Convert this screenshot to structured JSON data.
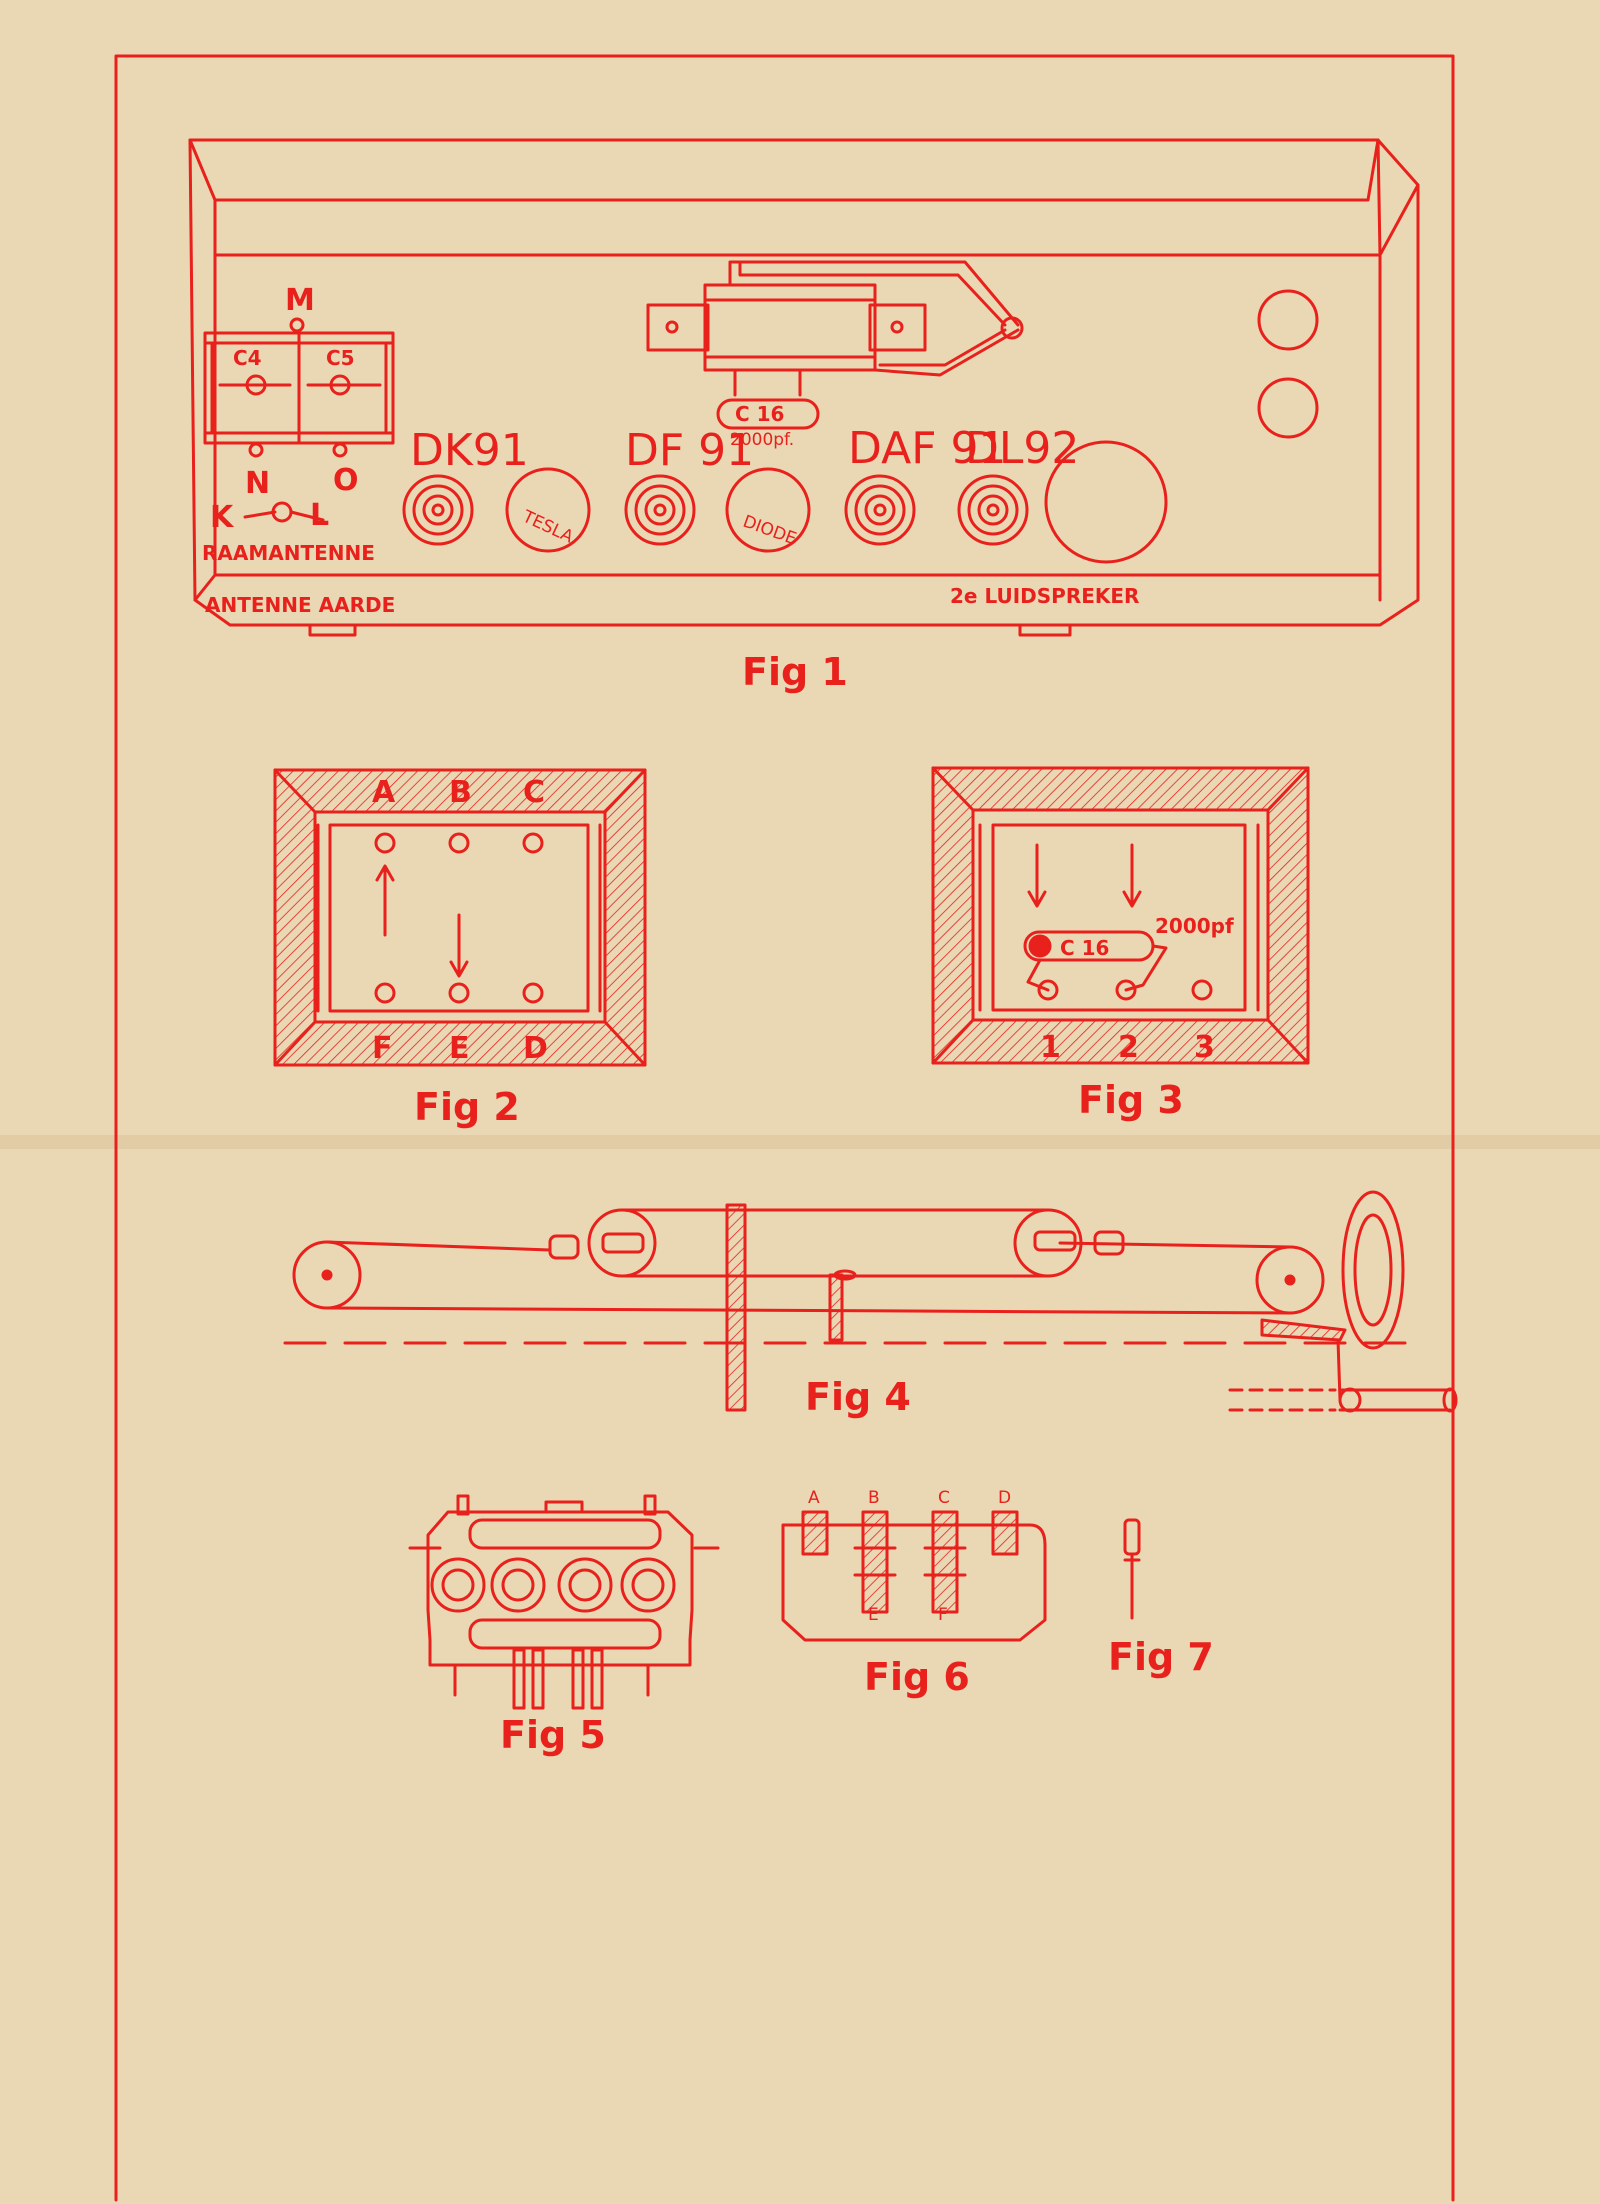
{
  "colors": {
    "ink": "#e8211c",
    "paper": "#ead7b4",
    "fold": "#dcc59c"
  },
  "fig1": {
    "caption": "Fig 1",
    "terminals": {
      "m": "M",
      "c4": "C4",
      "c5": "C5",
      "n": "N",
      "o": "O",
      "k": "K",
      "l": "L"
    },
    "raamantenne": "RAAMANTENNE",
    "antenne_aarde": "ANTENNE AARDE",
    "luidspreker": "2e LUIDSPREKER",
    "tubes": {
      "dk91": "DK91",
      "df91": "DF 91",
      "daf91": "DAF 91",
      "dl92": "DL92"
    },
    "tesla": "TESLA",
    "diode": "DIODE",
    "capacitor": "C 16",
    "capacitor_value": "2000pf."
  },
  "fig2": {
    "caption": "Fig 2",
    "top_labels": [
      "A",
      "B",
      "C"
    ],
    "bottom_labels": [
      "F",
      "E",
      "D"
    ]
  },
  "fig3": {
    "caption": "Fig 3",
    "capacitor": "C 16",
    "capacitor_value": "2000pf",
    "bottom_labels": [
      "1",
      "2",
      "3"
    ]
  },
  "fig4": {
    "caption": "Fig 4"
  },
  "fig5": {
    "caption": "Fig 5"
  },
  "fig6": {
    "caption": "Fig 6",
    "top_labels": [
      "A",
      "B",
      "C",
      "D"
    ],
    "bottom_labels": [
      "E",
      "F"
    ]
  },
  "fig7": {
    "caption": "Fig 7"
  }
}
